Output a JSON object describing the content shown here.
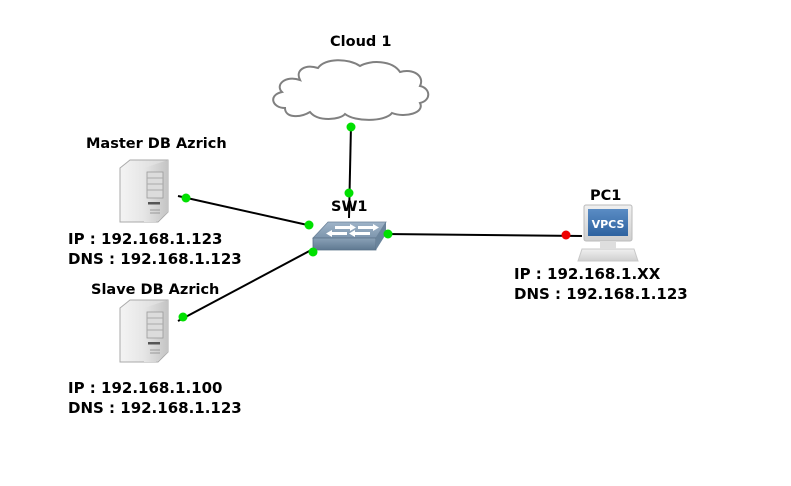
{
  "topology": {
    "nodes": {
      "cloud": {
        "name": "Cloud 1",
        "type": "cloud"
      },
      "switch": {
        "name": "SW1",
        "type": "ethernet-switch"
      },
      "master": {
        "name": "Master DB Azrich",
        "type": "server",
        "ip": "IP : 192.168.1.123",
        "dns": "DNS : 192.168.1.123"
      },
      "slave": {
        "name": "Slave DB Azrich",
        "type": "server",
        "ip": "IP : 192.168.1.100",
        "dns": "DNS : 192.168.1.123"
      },
      "pc": {
        "name": "PC1",
        "type": "vpcs",
        "icon_text": "VPCS",
        "ip": "IP : 192.168.1.XX",
        "dns": "DNS : 192.168.1.123"
      }
    },
    "links": [
      {
        "from": "cloud",
        "to": "switch",
        "status": [
          "up",
          "up"
        ]
      },
      {
        "from": "master",
        "to": "switch",
        "status": [
          "up",
          "up"
        ]
      },
      {
        "from": "slave",
        "to": "switch",
        "status": [
          "up",
          "up"
        ]
      },
      {
        "from": "switch",
        "to": "pc",
        "status": [
          "up",
          "down"
        ]
      }
    ],
    "colors": {
      "link_up": "#00e000",
      "link_down": "#ee0000",
      "link_line": "#000000"
    }
  }
}
